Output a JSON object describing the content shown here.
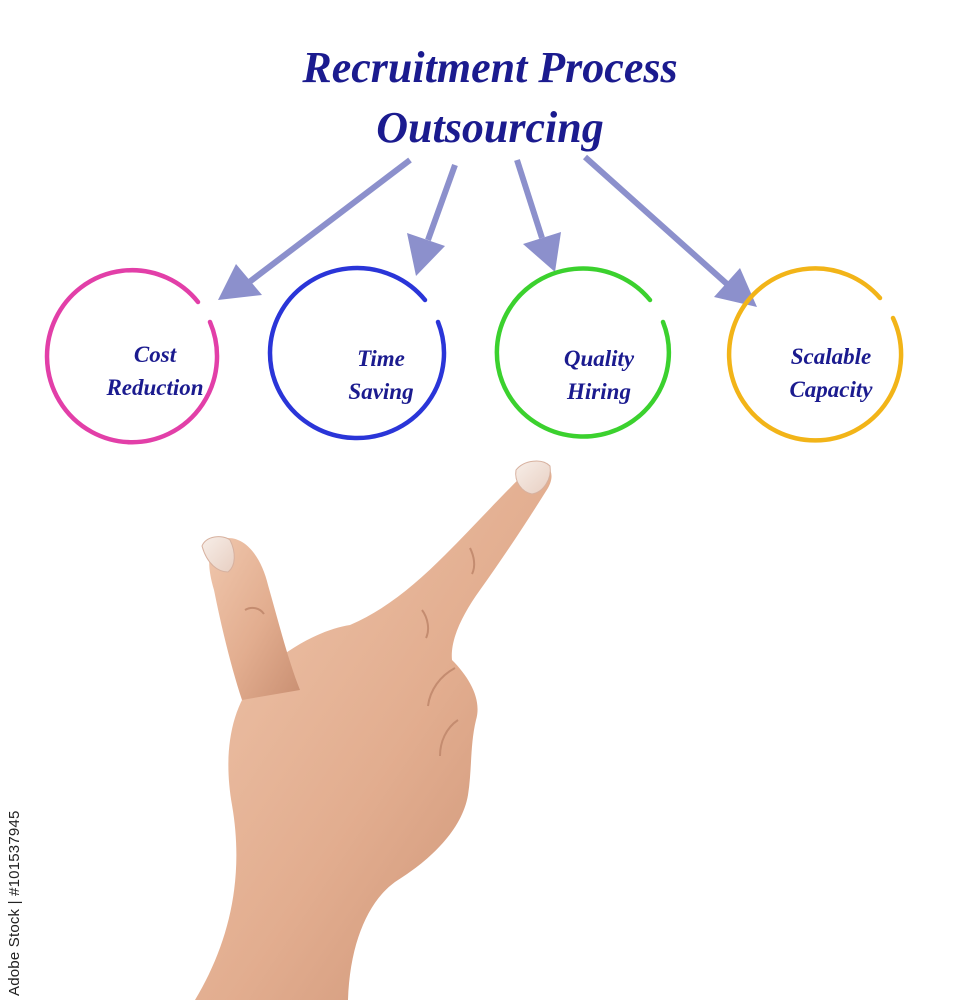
{
  "diagram": {
    "title_line1": "Recruitment Process",
    "title_line2": "Outsourcing",
    "title_color": "#1b1b8f",
    "arrow_color": "#8c90cc",
    "nodes": [
      {
        "line1": "Cost",
        "line2": "Reduction",
        "color": "#e23fa8"
      },
      {
        "line1": "Time",
        "line2": "Saving",
        "color": "#2a35d8"
      },
      {
        "line1": "Quality",
        "line2": "Hiring",
        "color": "#3bd12e"
      },
      {
        "line1": "Scalable",
        "line2": "Capacity",
        "color": "#f2b418"
      }
    ]
  },
  "stock_id": "Adobe Stock | #101537945",
  "hand": {
    "icon": "pointing-hand-icon",
    "skin_color": "#e6b497"
  }
}
